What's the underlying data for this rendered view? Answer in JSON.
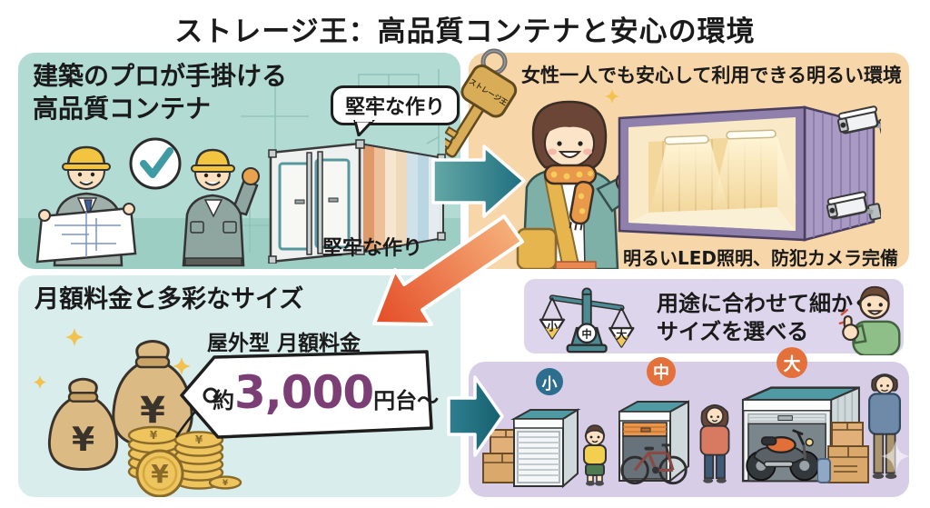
{
  "title": "ストレージ王：高品質コンテナと安心の環境",
  "colors": {
    "panel_quality_bg": "#b2dbd3",
    "panel_safety_bg": "#f7d6a9",
    "panel_pricing_bg": "#d9eeec",
    "panel_sizes_bg": "#d7cde6",
    "arrow_teal": "#1e6e80",
    "arrow_orange": "#e5512b",
    "price_accent": "#7b3f76",
    "badge_small": "#2d6e8e",
    "badge_medium_large": "#e4703b"
  },
  "panels": {
    "quality": {
      "heading_line1": "建築のプロが手掛ける",
      "heading_line2": "高品質コンテナ",
      "bubble_label": "堅牢な作り",
      "caption": "堅牢な作り"
    },
    "safety": {
      "key_label": "ストレージ王",
      "heading": "女性一人でも安心して利用できる明るい環境",
      "caption": "明るいLED照明、防犯カメラ完備"
    },
    "pricing": {
      "heading": "月額料金と多彩なサイズ",
      "tag_title": "屋外型 月額料金",
      "price_prefix": "約",
      "price_value": "3,000",
      "price_suffix": "円台〜",
      "yen_symbol": "¥"
    },
    "sizes": {
      "heading_line1": "用途に合わせて細かく",
      "heading_line2": "サイズを選べる",
      "scale": {
        "left_pan": "小",
        "center": "中",
        "right_pan": "大"
      },
      "badges": [
        {
          "label": "小",
          "color": "#2d6e8e"
        },
        {
          "label": "中",
          "color": "#e4703b"
        },
        {
          "label": "大",
          "color": "#e4703b"
        }
      ]
    }
  }
}
